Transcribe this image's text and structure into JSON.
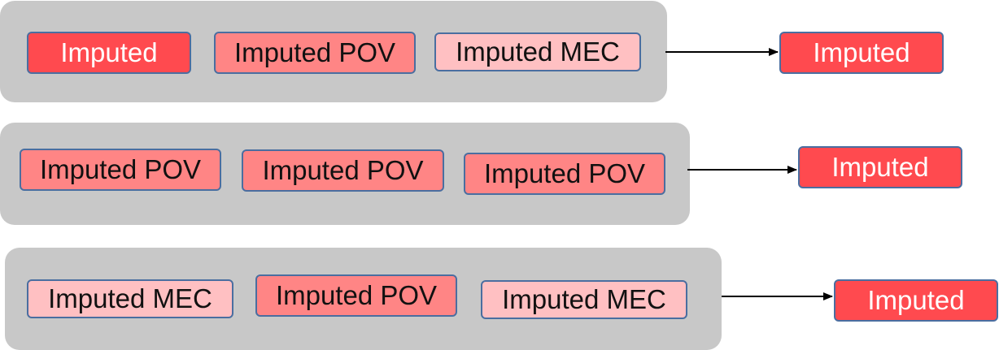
{
  "colors": {
    "imputed": "#ff4a4f",
    "imputed_pov": "#ff8585",
    "imputed_mec": "#ffc0c2",
    "group_bg": "#c8c8c8",
    "border": "#4a6ea0"
  },
  "rows": [
    {
      "inputs": [
        {
          "label": "Imputed",
          "kind": "imputed"
        },
        {
          "label": "Imputed POV",
          "kind": "imputed_pov"
        },
        {
          "label": "Imputed MEC",
          "kind": "imputed_mec"
        }
      ],
      "output": {
        "label": "Imputed",
        "kind": "imputed"
      }
    },
    {
      "inputs": [
        {
          "label": "Imputed POV",
          "kind": "imputed_pov"
        },
        {
          "label": "Imputed POV",
          "kind": "imputed_pov"
        },
        {
          "label": "Imputed POV",
          "kind": "imputed_pov"
        }
      ],
      "output": {
        "label": "Imputed",
        "kind": "imputed"
      }
    },
    {
      "inputs": [
        {
          "label": "Imputed MEC",
          "kind": "imputed_mec"
        },
        {
          "label": "Imputed POV",
          "kind": "imputed_pov"
        },
        {
          "label": "Imputed MEC",
          "kind": "imputed_mec"
        }
      ],
      "output": {
        "label": "Imputed",
        "kind": "imputed"
      }
    }
  ]
}
